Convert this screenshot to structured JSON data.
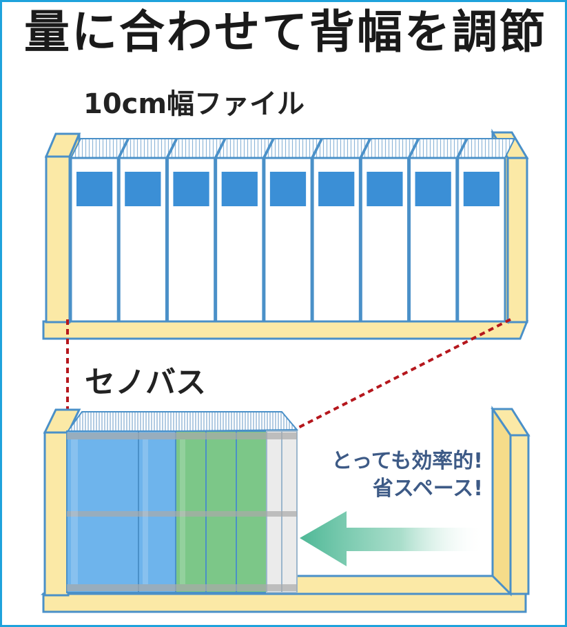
{
  "title": "量に合わせて背幅を調節",
  "top_shelf": {
    "label": "10cm幅ファイル",
    "file_count": 9
  },
  "bottom_shelf": {
    "label": "セノバス",
    "message_line1": "とっても効率的!",
    "message_line2": "省スペース!"
  },
  "colors": {
    "frame": "#1fa2dc",
    "shelf_fill": "#fbe9a6",
    "outline": "#4a90c8",
    "file_label": "#3b8fd6",
    "binder_blue": "#6eb4ec",
    "binder_green": "#7cc788",
    "binder_white": "#ebebeb",
    "guide_line": "#b5171d",
    "arrow": "#4eb896",
    "message_text": "#3d5a86"
  },
  "icons": [
    "left-arrow-icon"
  ]
}
